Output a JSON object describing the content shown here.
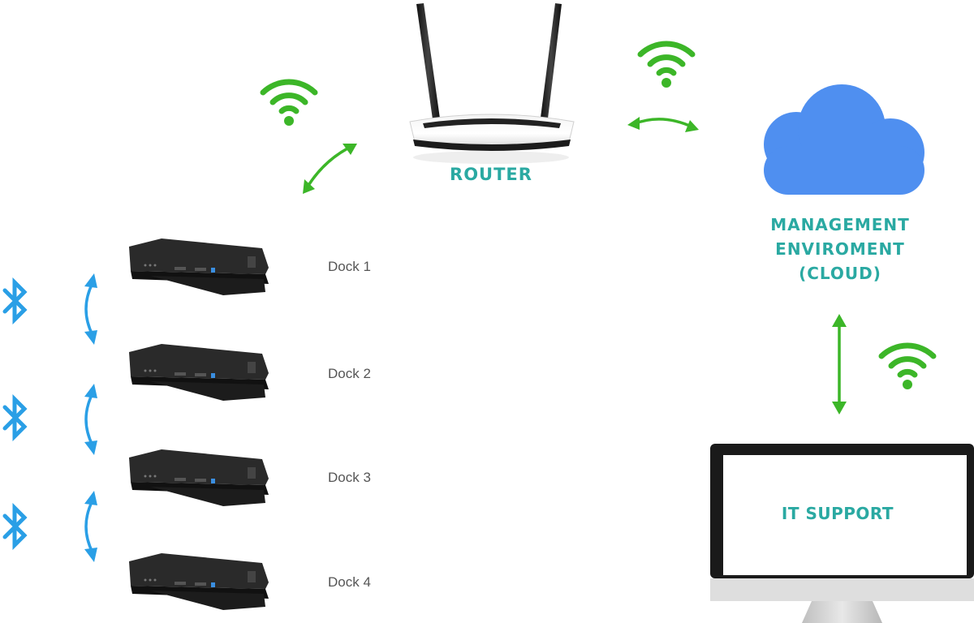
{
  "router": {
    "label": "ROUTER"
  },
  "cloud": {
    "lines": [
      "MANAGEMENT",
      "ENVIROMENT",
      "(CLOUD)"
    ]
  },
  "monitor": {
    "screen_label": "IT SUPPORT"
  },
  "docks": [
    {
      "label": "Dock 1"
    },
    {
      "label": "Dock 2"
    },
    {
      "label": "Dock 3"
    },
    {
      "label": "Dock 4"
    }
  ],
  "colors": {
    "wifi": "#3cb628",
    "link_arrow": "#3cb628",
    "bluetooth": "#2a9fe6",
    "cloud": "#4f8ff0",
    "label_text": "#2aa9a2",
    "dock_body": "#2a2a2a"
  },
  "icons": {
    "wifi": "wifi-icon",
    "bluetooth": "bluetooth-icon",
    "cloud": "cloud-icon",
    "router": "router-icon",
    "monitor": "monitor-icon",
    "dock": "dock-device-icon"
  }
}
